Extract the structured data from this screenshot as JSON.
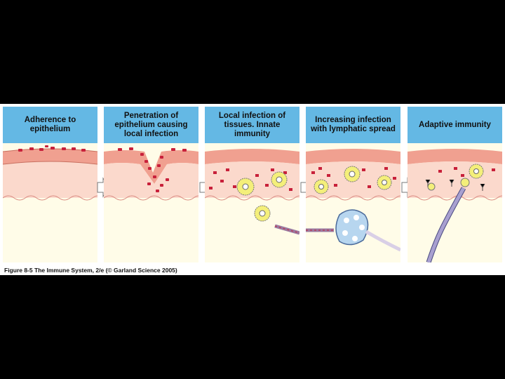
{
  "panels": [
    {
      "title": "Adherence to epithelium"
    },
    {
      "title": "Penetration of epithelium causing local infection"
    },
    {
      "title": "Local infection of tissues. Innate immunity"
    },
    {
      "title": "Increasing infection with lymphatic spread"
    },
    {
      "title": "Adaptive immunity"
    }
  ],
  "caption": {
    "figure_label": "Figure 8-5",
    "book": "The Immune System, 2/e (© Garland Science 2005)"
  },
  "colors": {
    "header_blue": "#64b8e4",
    "epithelium_red": "#f0a090",
    "tissue_pink": "#fbd9cc",
    "bacteria_red": "#c8203a",
    "lymph_blue": "#b7d6ef",
    "vessel_purple": "#a8a0d0"
  }
}
